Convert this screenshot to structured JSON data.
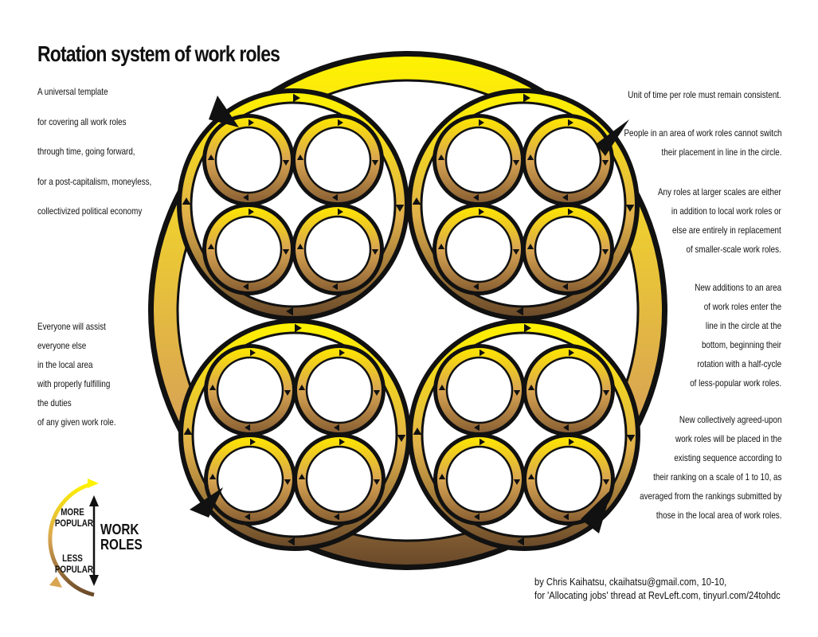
{
  "title": "Rotation system of work roles",
  "intro_lines": [
    "A universal template",
    "for covering all work roles",
    "through time, going forward,",
    "for a post-capitalism, moneyless,",
    "collectivized political economy"
  ],
  "assist_lines": [
    "Everyone will assist",
    "everyone else",
    "in the local area",
    "with properly fulfilling",
    "the duties",
    "of any given work role."
  ],
  "right_notes": [
    {
      "lines": [
        "Unit of time per role must remain consistent."
      ]
    },
    {
      "lines": [
        "People in an area of work roles cannot switch",
        "their placement in line in the circle."
      ]
    },
    {
      "lines": [
        "Any roles at larger scales are either",
        "in addition to local work roles or",
        "else are entirely in replacement",
        "of smaller-scale work roles."
      ]
    },
    {
      "lines": [
        "New additions to an area",
        "of work roles enter the",
        "line in the circle at the",
        "bottom, beginning their",
        "rotation with a half-cycle",
        "of less-popular work roles."
      ]
    },
    {
      "lines": [
        "New collectively agreed-upon",
        "work roles will be placed in the",
        "existing sequence according to",
        "their ranking on a scale of 1 to 10, as",
        "averaged from the rankings submitted by",
        "those in the local area of work roles."
      ]
    }
  ],
  "legend": {
    "more_popular": "MORE POPULAR",
    "less_popular": "LESS POPULAR",
    "work_roles": "WORK ROLES"
  },
  "credit_lines": [
    "by Chris Kaihatsu, ckaihatsu@gmail.com, 10-10,",
    "for 'Allocating jobs' thread at RevLeft.com, tinyurl.com/24tohdc"
  ],
  "colors": {
    "ring_top": "#fff200",
    "ring_mid": "#d9a552",
    "ring_bottom": "#6b4a2a",
    "stroke": "#111111"
  }
}
